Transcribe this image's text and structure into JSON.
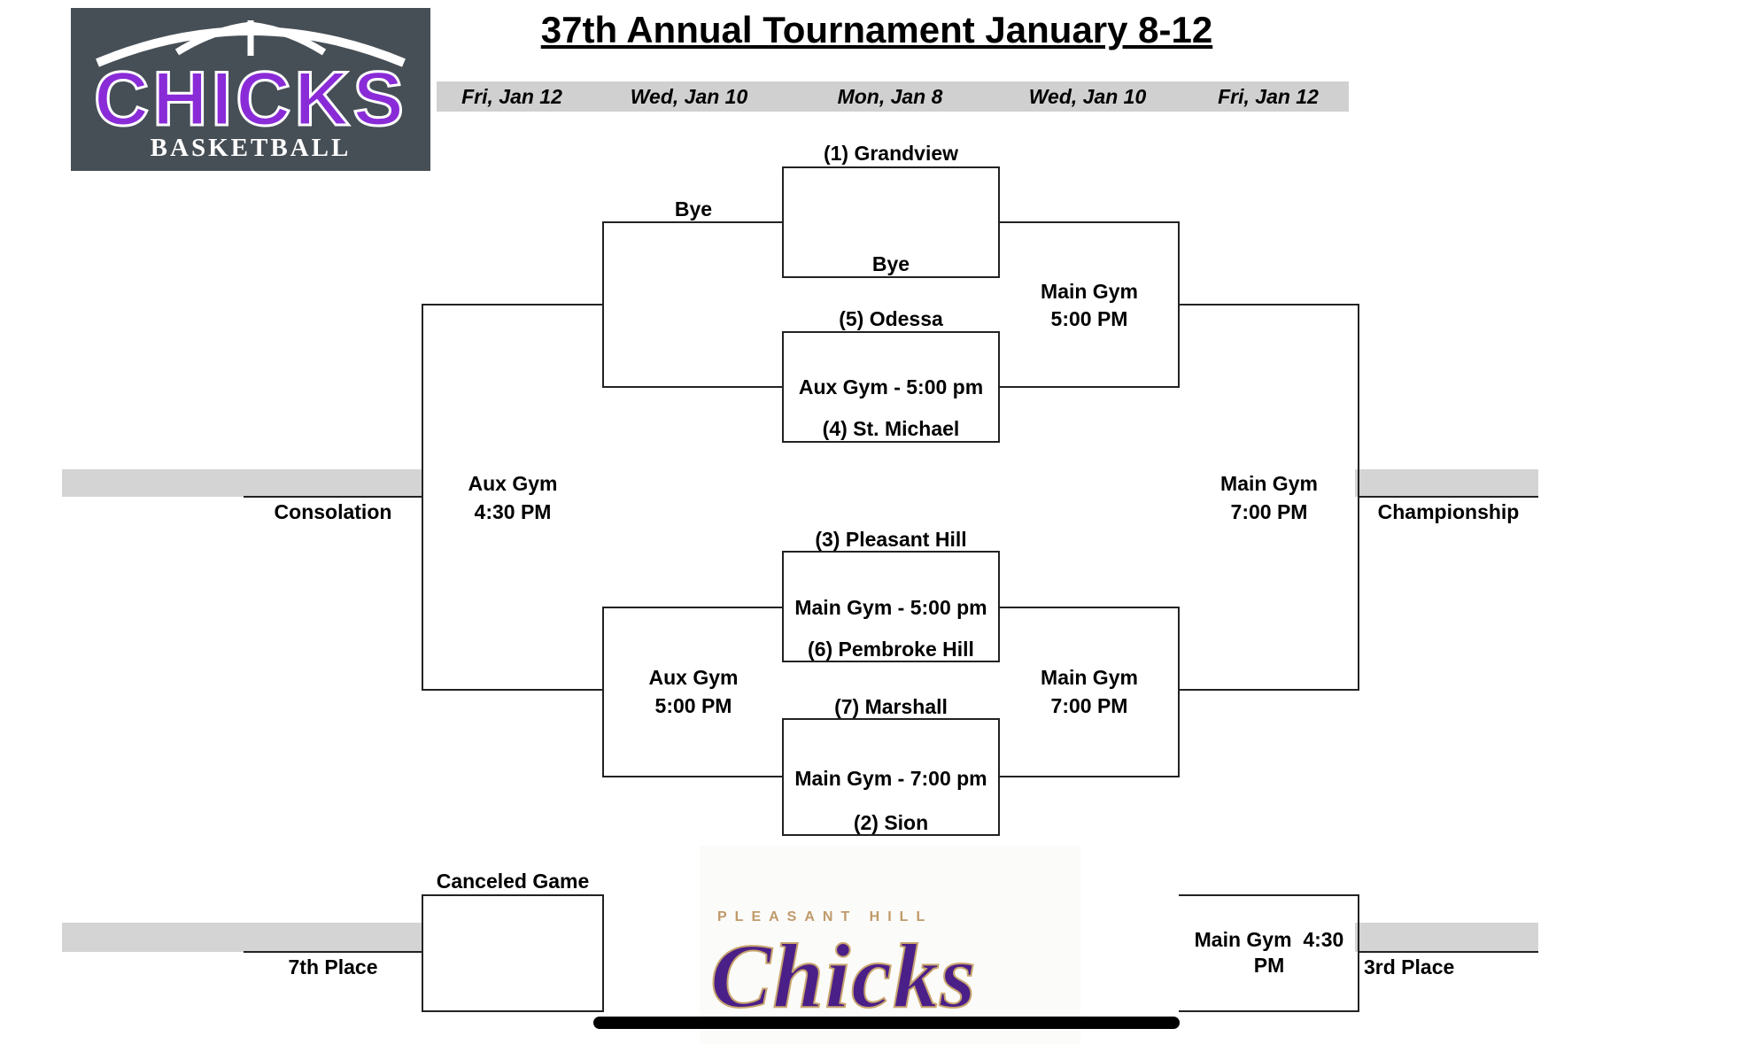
{
  "title": "37th Annual Tournament January 8-12",
  "days": [
    "Fri, Jan 12",
    "Wed, Jan 10",
    "Mon, Jan 8",
    "Wed, Jan 10",
    "Fri, Jan 12"
  ],
  "logo_top": {
    "word": "CHICKS",
    "sub": "BASKETBALL"
  },
  "logo_bottom": {
    "small": "PLEASANT HILL",
    "word": "Chicks"
  },
  "first_round": {
    "g1": {
      "top": "(1) Grandview",
      "bottom": "Bye"
    },
    "g2": {
      "top": "(5) Odessa",
      "venue": "Aux Gym - 5:00 pm",
      "bottom": "(4) St. Michael"
    },
    "g3": {
      "top": "(3) Pleasant Hill",
      "venue": "Main Gym - 5:00 pm",
      "bottom": "(6) Pembroke Hill"
    },
    "g4": {
      "top": "(7) Marshall",
      "venue": "Main Gym - 7:00 pm",
      "bottom": "(2) Sion"
    }
  },
  "left": {
    "bye": "Bye",
    "aux_500": [
      "Aux Gym",
      "5:00 PM"
    ],
    "aux_430": [
      "Aux Gym",
      "4:30 PM"
    ],
    "consolation": "Consolation",
    "canceled": "Canceled Game",
    "seventh": "7th Place"
  },
  "right": {
    "semi1": [
      "Main Gym",
      "5:00 PM"
    ],
    "semi2": [
      "Main Gym",
      "7:00 PM"
    ],
    "final": [
      "Main Gym",
      "7:00 PM"
    ],
    "championship": "Championship",
    "third_venue": [
      "Main Gym  4:30",
      "PM"
    ],
    "third": "3rd Place"
  }
}
